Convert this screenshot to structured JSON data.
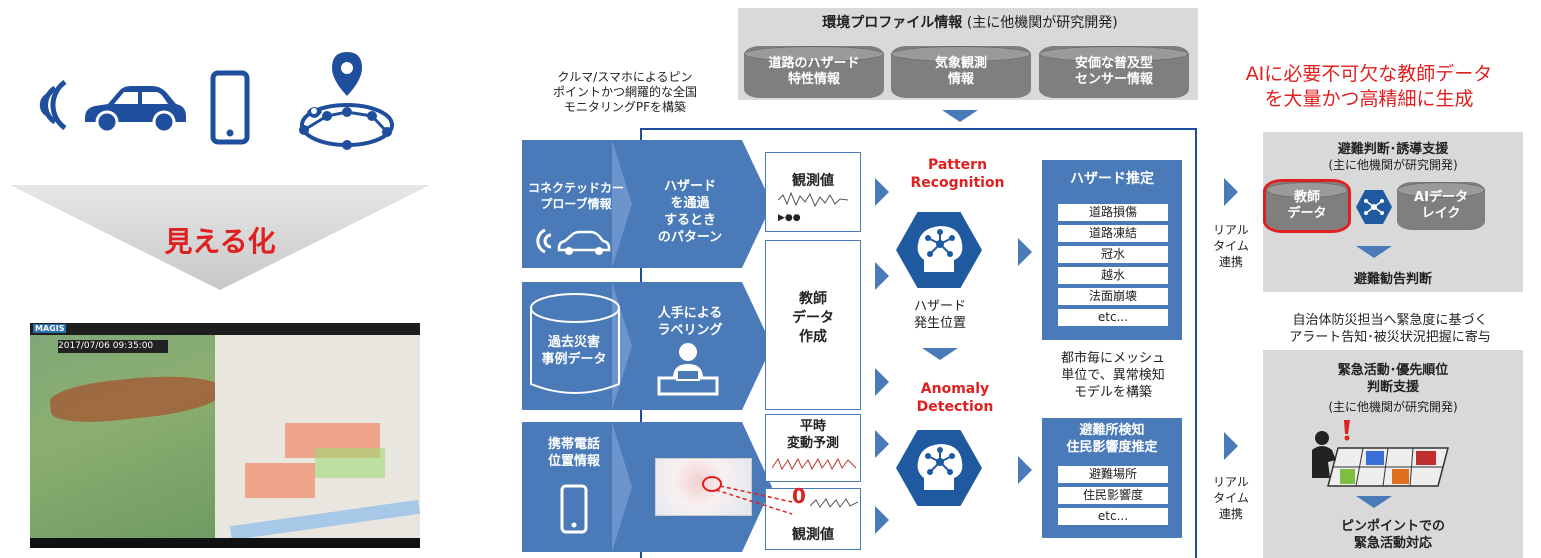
{
  "left": {
    "visualize_label": "見える化",
    "icons": [
      "signal-waves-icon",
      "car-icon",
      "smartphone-icon",
      "route-pin-icon"
    ]
  },
  "env": {
    "title": "環境プロファイル情報",
    "title_note": "(主に他機関が研究開発)",
    "cylinders": [
      "道路のハザード\n特性情報",
      "気象観測\n情報",
      "安価な普及型\nセンサー情報"
    ]
  },
  "monitoring_note": "クルマ/スマホによるピン\nポイントかつ網羅的な全国\nモニタリングPFを構築",
  "ai_note": "AIに必要不可欠な教師データ\nを大量かつ高精細に生成",
  "rows": {
    "probe": {
      "source": "コネクテッドカー\nプローブ情報",
      "process": "ハザード\nを通過\nするとき\nのパターン",
      "output": "観測値"
    },
    "past": {
      "source": "過去災害\n事例データ",
      "process": "人手による\nラベリング",
      "output": "教師\nデータ\n作成"
    },
    "mobile": {
      "source": "携帯電話\n位置情報",
      "output_top": "平時\n変動予測",
      "output_bottom": "観測値",
      "zero": "0"
    }
  },
  "pattern_recognition": "Pattern\nRecognition",
  "anomaly_detection": "Anomaly\nDetection",
  "hazard_location": "ハザード\n発生位置",
  "mesh_note": "都市毎にメッシュ\n単位で、異常検知\nモデルを構築",
  "hazard_estimation": {
    "title": "ハザード推定",
    "items": [
      "道路損傷",
      "道路凍結",
      "冠水",
      "越水",
      "法面崩壊",
      "etc..."
    ]
  },
  "shelter_estimation": {
    "title": "避難所検知\n住民影響度推定",
    "items": [
      "避難場所",
      "住民影響度",
      "etc..."
    ]
  },
  "realtime_link": "リアル\nタイム\n連携",
  "evacuation": {
    "title": "避難判断･誘導支援",
    "note": "(主に他機関が研究開発)",
    "teacher_data": "教師\nデータ",
    "ai_lake": "AIデータ\nレイク",
    "result": "避難勧告判断"
  },
  "municipal_note": "自治体防災担当へ緊急度に基づく\nアラート告知･被災状況把握に寄与",
  "emergency": {
    "title": "緊急活動･優先順位\n判断支援",
    "note": "(主に他機関が研究開発)",
    "result": "ピンポイントでの\n緊急活動対応"
  },
  "map_screen": {
    "logo": "MAGIS",
    "datetime": "2017/07/06  09:35:00"
  },
  "colors": {
    "primary": "#4a7ab8",
    "dark": "#1f5aa0",
    "gray": "#d9d9d9",
    "red": "#e02020"
  }
}
